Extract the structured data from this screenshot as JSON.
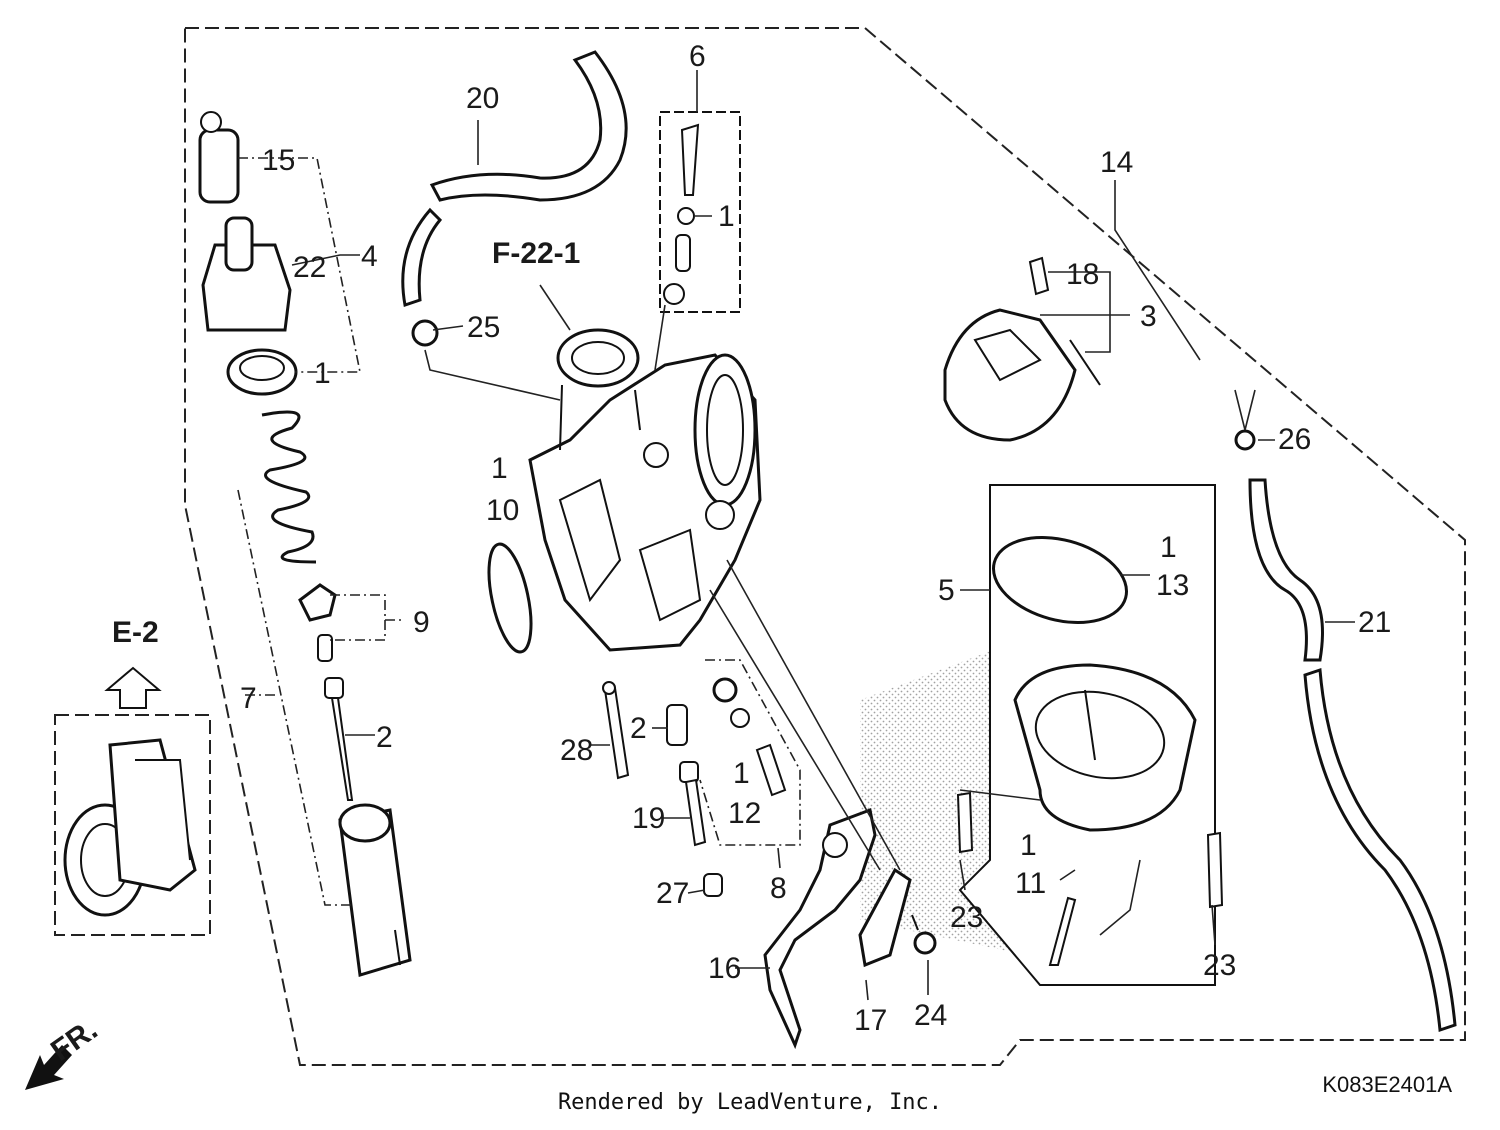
{
  "diagram": {
    "section_ref_main": "F-22-1",
    "section_ref_inset": "E-2",
    "front_label": "FR.",
    "callouts": {
      "c1_a": "1",
      "c1_b": "1",
      "c1_c": "1",
      "c1_d": "1",
      "c1_e": "1",
      "c1_f": "1",
      "c2_a": "2",
      "c2_b": "2",
      "c3": "3",
      "c4": "4",
      "c5": "5",
      "c6": "6",
      "c7": "7",
      "c8": "8",
      "c9": "9",
      "c10": "10",
      "c11": "11",
      "c12": "12",
      "c13": "13",
      "c14": "14",
      "c15": "15",
      "c16": "16",
      "c17": "17",
      "c18": "18",
      "c19": "19",
      "c20": "20",
      "c21": "21",
      "c22": "22",
      "c23_a": "23",
      "c23_b": "23",
      "c24": "24",
      "c25": "25",
      "c26": "26",
      "c27": "27",
      "c28": "28"
    },
    "drawing_code": "K083E2401A"
  },
  "footer": {
    "credit": "Rendered by LeadVenture, Inc."
  }
}
